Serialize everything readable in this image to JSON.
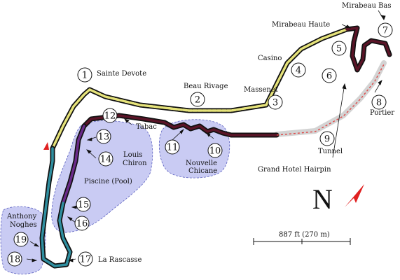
{
  "colors": {
    "background": "#ffffff",
    "zone_fill": "#c9cbf3",
    "zone_stroke": "#5a5fbf",
    "sector_yellow": "#e6e37a",
    "sector_maroon": "#5a1427",
    "sector_teal": "#2f8fa0",
    "sector_purple": "#6a2a8a",
    "tunnel_grey": "#d3d3d3",
    "tunnel_line": "#e04848",
    "north_arrow": "#e02020"
  },
  "corners": [
    {
      "number": "1",
      "label": "Sainte Devote"
    },
    {
      "number": "2",
      "label": "Beau Rivage"
    },
    {
      "number": "3",
      "label": "Massenet"
    },
    {
      "number": "4",
      "label": "Casino"
    },
    {
      "number": "5",
      "label": "Mirabeau Haute"
    },
    {
      "number": "6",
      "label": "Grand Hotel Hairpin"
    },
    {
      "number": "7",
      "label": "Mirabeau Bas"
    },
    {
      "number": "8",
      "label": "Portier"
    },
    {
      "number": "9",
      "label": "Tunnel"
    },
    {
      "number": "10",
      "label": "Nouvelle Chicane"
    },
    {
      "number": "11",
      "label": ""
    },
    {
      "number": "12",
      "label": "Tabac"
    },
    {
      "number": "13",
      "label": "Louis Chiron"
    },
    {
      "number": "14",
      "label": ""
    },
    {
      "number": "15",
      "label": "Piscine (Pool)"
    },
    {
      "number": "16",
      "label": ""
    },
    {
      "number": "17",
      "label": "La Rascasse"
    },
    {
      "number": "18",
      "label": "Anthony Noghes"
    },
    {
      "number": "19",
      "label": ""
    }
  ],
  "labels": {
    "sainte_devote": "Sainte Devote",
    "beau_rivage": "Beau Rivage",
    "massenet": "Massenet",
    "casino": "Casino",
    "mirabeau_haute": "Mirabeau Haute",
    "mirabeau_bas": "Mirabeau Bas",
    "portier": "Portier",
    "tunnel": "Tunnel",
    "grand_hotel_hairpin": "Grand Hotel Hairpin",
    "nouvelle_chicane_l1": "Nouvelle",
    "nouvelle_chicane_l2": "Chicane",
    "tabac": "Tabac",
    "louis_chiron_l1": "Louis",
    "louis_chiron_l2": "Chiron",
    "piscine": "Piscine (Pool)",
    "la_rascasse": "La Rascasse",
    "anthony_noghes_l1": "Anthony",
    "anthony_noghes_l2": "Noghes"
  },
  "north": {
    "letter": "N",
    "icon": "north-arrow-icon"
  },
  "scale": {
    "label": "887 ft (270 m)"
  }
}
